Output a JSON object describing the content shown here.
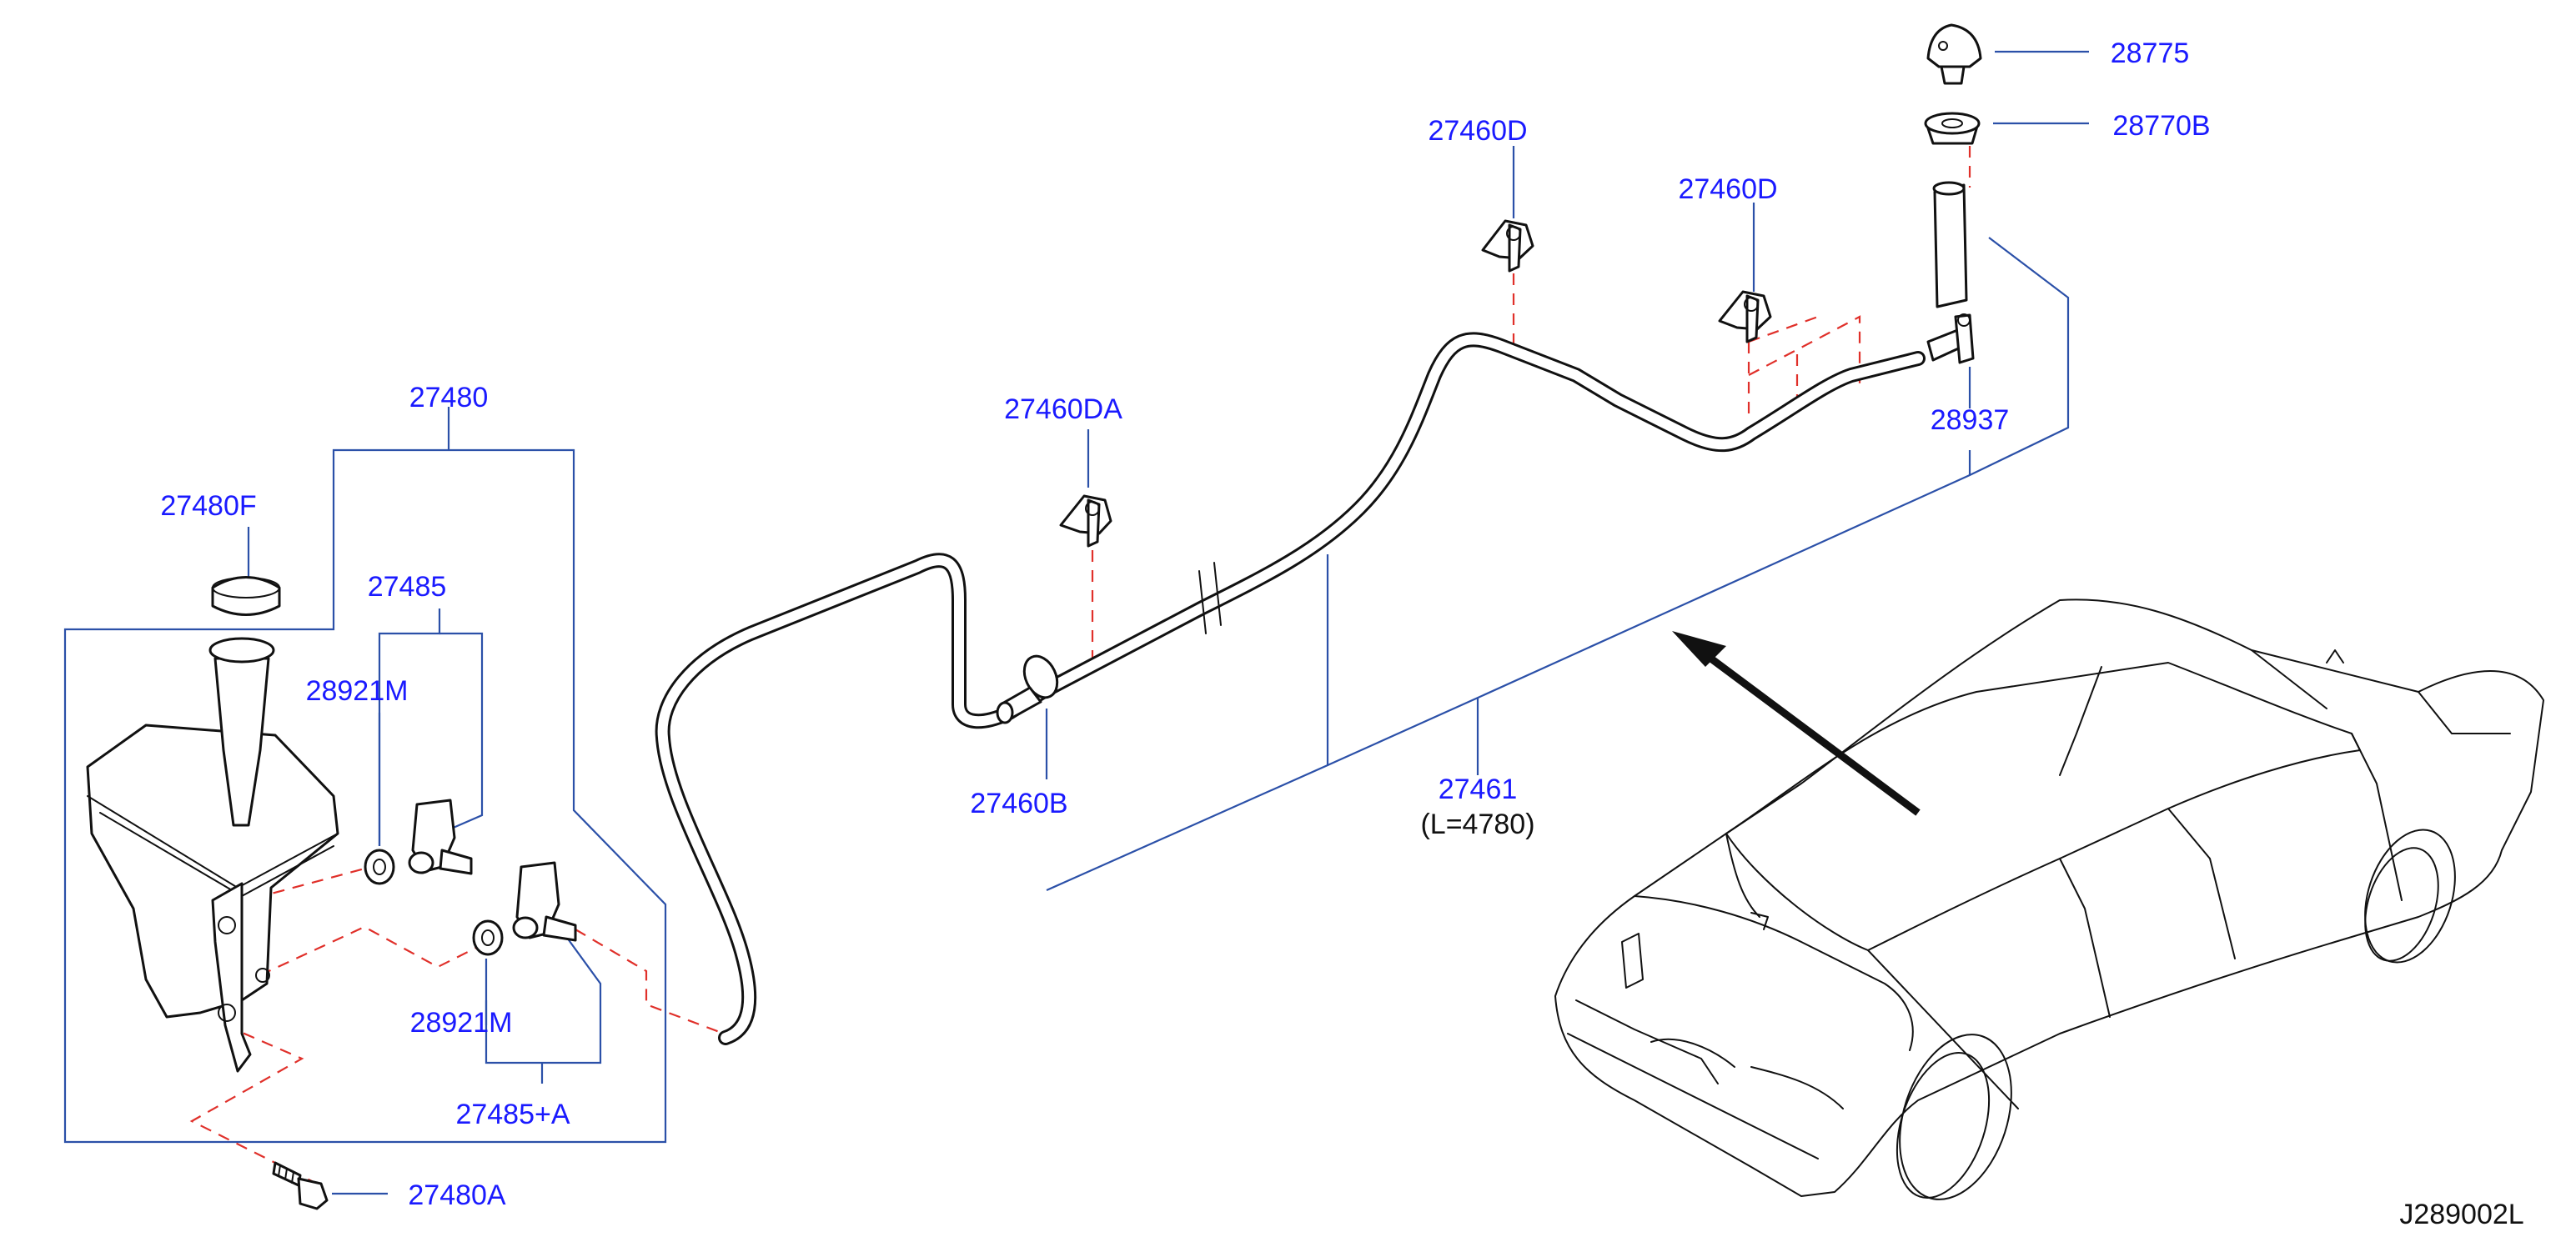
{
  "labels": {
    "p27480": "27480",
    "p27480F": "27480F",
    "p27485": "27485",
    "p28921M_top": "28921M",
    "p28921M_bottom": "28921M",
    "p27485A": "27485+A",
    "p27480A": "27480A",
    "p27460DA": "27460DA",
    "p27460B": "27460B",
    "p27460D_1": "27460D",
    "p27460D_2": "27460D",
    "p27461": "27461",
    "p27461_len": "(L=4780)",
    "p28937": "28937",
    "p28775": "28775",
    "p28770B": "28770B",
    "diagram_code": "J289002L"
  },
  "colors": {
    "label": "#1a1aff",
    "leader": "#2b50a8",
    "dashed_guide": "#e0302a",
    "line_art": "#111111"
  }
}
